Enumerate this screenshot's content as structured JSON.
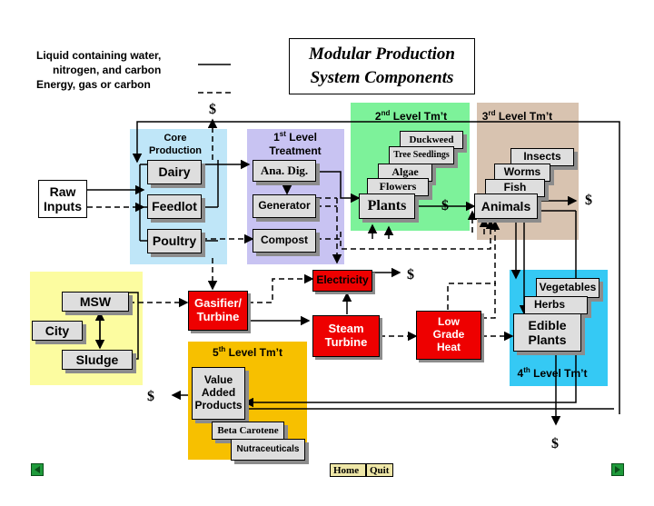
{
  "title": {
    "line1": "Modular Production",
    "line2": "System Components"
  },
  "legend": {
    "liquid_line1": "Liquid containing water,",
    "liquid_line2": "nitrogen, and carbon",
    "energy": "Energy, gas or carbon"
  },
  "core": {
    "label_line1": "Core",
    "label_line2": "Production",
    "dairy": "Dairy",
    "feedlot": "Feedlot",
    "poultry": "Poultry"
  },
  "raw_inputs": {
    "line1": "Raw",
    "line2": "Inputs"
  },
  "level1": {
    "num": "1",
    "sup": "st",
    "word": "Level",
    "line2": "Treatment",
    "anadig": "Ana. Dig.",
    "generator": "Generator",
    "compost": "Compost"
  },
  "level2": {
    "num": "2",
    "sup": "nd",
    "text": "Level Tm’t",
    "duckweed": "Duckweed",
    "seedlings": "Tree Seedlings",
    "algae": "Algae",
    "flowers": "Flowers",
    "plants": "Plants"
  },
  "level3": {
    "num": "3",
    "sup": "rd",
    "text": "Level Tm’t",
    "insects": "Insects",
    "worms": "Worms",
    "fish": "Fish",
    "animals": "Animals"
  },
  "level4": {
    "num": "4",
    "sup": "th",
    "text": "Level Tm’t",
    "vegetables": "Vegetables",
    "herbs": "Herbs",
    "edible_line1": "Edible",
    "edible_line2": "Plants"
  },
  "level5": {
    "num": "5",
    "sup": "th",
    "text": "Level Tm’t",
    "vap_line1": "Value",
    "vap_line2": "Added",
    "vap_line3": "Products",
    "beta": "Beta Carotene",
    "nutra": "Nutraceuticals"
  },
  "energy_nodes": {
    "electricity": "Electricity",
    "gasifier_line1": "Gasifier/",
    "gasifier_line2": "Turbine",
    "steam_line1": "Steam",
    "steam_line2": "Turbine",
    "lowgrade_line1": "Low",
    "lowgrade_line2": "Grade",
    "lowgrade_line3": "Heat"
  },
  "waste": {
    "msw": "MSW",
    "city": "City",
    "sludge": "Sludge"
  },
  "dollar": "$",
  "nav": {
    "home": "Home",
    "quit": "Quit"
  },
  "colors": {
    "core_blue": "#bfe6f8",
    "level1_lavender": "#c8c3f2",
    "level2_green": "#7df29a",
    "level3_tan": "#d8c3b0",
    "level4_cyan": "#35c9f4",
    "level5_gold": "#f7c000",
    "waste_yellow": "#fcfca0",
    "energy_red": "#ee0000"
  }
}
